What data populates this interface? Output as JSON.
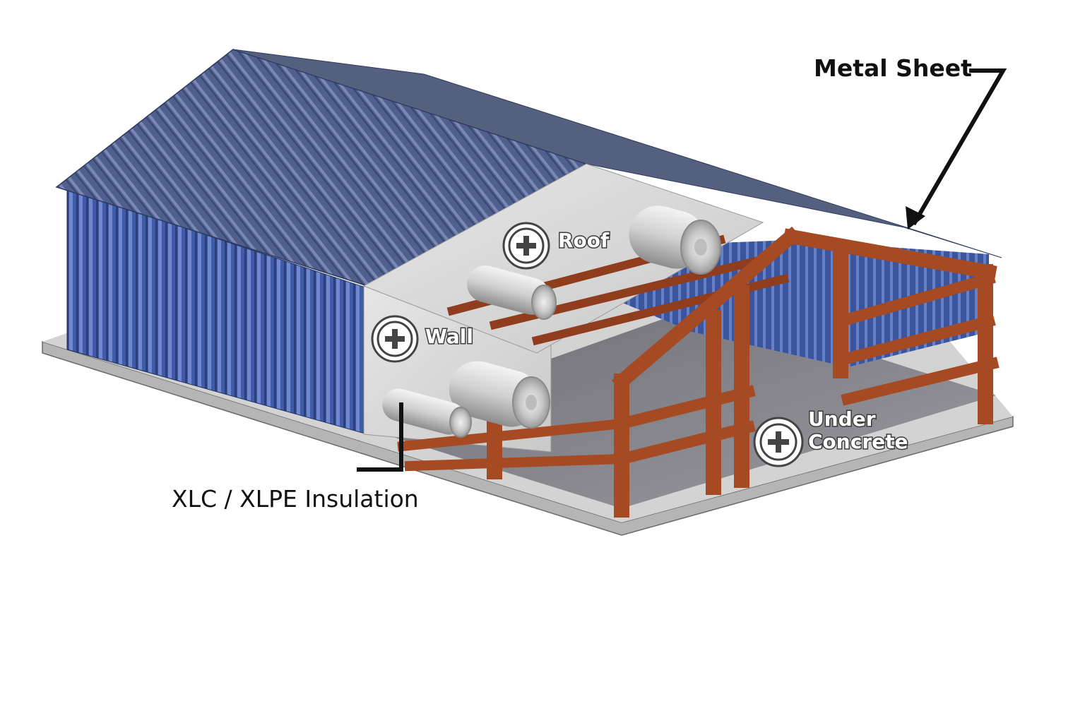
{
  "labels": {
    "metal_sheet": "Metal Sheet",
    "insulation": "XLC / XLPE Insulation",
    "roof": "Roof",
    "wall": "Wall",
    "under_line1": "Under",
    "under_line2": "Concrete"
  },
  "colors": {
    "roof_metal": "#4a5a8a",
    "wall_metal": "#3d5aa8",
    "steel_frame": "#a54a22",
    "insulation_sheet": "#d8d8d8",
    "slab": "#bdbdbd",
    "floor": "#7a7a80"
  },
  "icons": [
    "plus-circle-icon",
    "insulation-roll-icon",
    "arrow-icon"
  ]
}
